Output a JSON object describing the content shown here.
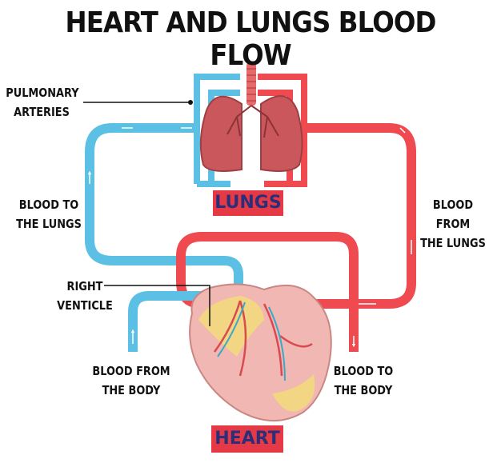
{
  "title": "HEART AND LUNGS BLOOD FLOW",
  "labels": {
    "pulmonary_arteries": [
      "PULMONARY",
      "ARTERIES"
    ],
    "blood_to_lungs": [
      "BLOOD TO",
      "THE LUNGS"
    ],
    "blood_from_lungs": [
      "BLOOD FROM",
      "THE LUNGS"
    ],
    "right_ventricle": [
      "RIGHT",
      "VENTICLE"
    ],
    "blood_from_body": [
      "BLOOD FROM",
      "THE BODY"
    ],
    "blood_to_body": [
      "BLOOD TO",
      "THE BODY"
    ]
  },
  "tags": {
    "lungs": "LUNGS",
    "heart": "HEART"
  },
  "colors": {
    "oxygen_poor": "#5bc0e3",
    "oxygen_rich": "#ee4a4f",
    "tag_bg": "#e53946",
    "tag_text": "#2b2f7a",
    "lung": "#c9575c",
    "heart": "#f1b7b3",
    "fat": "#f3dc7a",
    "trachea": "#e7696b"
  }
}
